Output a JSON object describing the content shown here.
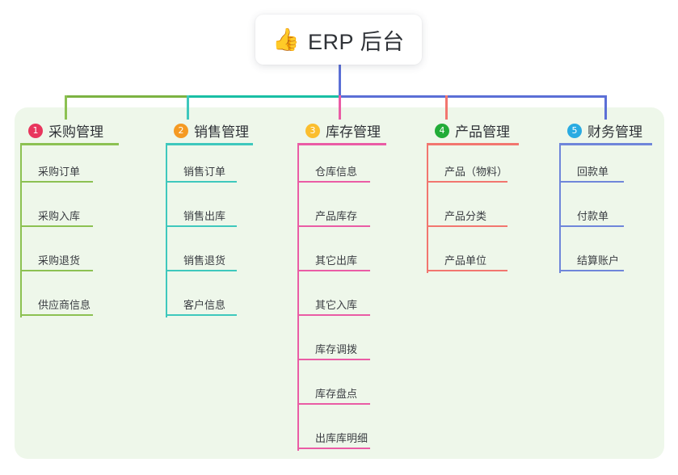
{
  "root": {
    "icon": "thumbs-up-icon",
    "emoji": "👍",
    "title": "ERP 后台"
  },
  "colors": {
    "panel_bg": "#eef7ea",
    "page_bg": "#ffffff",
    "text": "#2f3237",
    "trunk": "#5b6fd6",
    "bar_green": "#7cb342",
    "bar_teal": "#19bfa5",
    "bar_blue": "#5b6fd6"
  },
  "columns": [
    {
      "index": "1",
      "title": "采购管理",
      "badge_color": "#e8365d",
      "line_color": "#8cc152",
      "items": [
        "采购订单",
        "采购入库",
        "采购退货",
        "供应商信息"
      ]
    },
    {
      "index": "2",
      "title": "销售管理",
      "badge_color": "#f59a23",
      "line_color": "#3ec8bd",
      "items": [
        "销售订单",
        "销售出库",
        "销售退货",
        "客户信息"
      ]
    },
    {
      "index": "3",
      "title": "库存管理",
      "badge_color": "#fbbe2e",
      "line_color": "#ea5ca5",
      "items": [
        "仓库信息",
        "产品库存",
        "其它出库",
        "其它入库",
        "库存调拨",
        "库存盘点",
        "出库库明细"
      ]
    },
    {
      "index": "4",
      "title": "产品管理",
      "badge_color": "#22ac38",
      "line_color": "#f2766f",
      "items": [
        "产品（物料）",
        "产品分类",
        "产品单位"
      ]
    },
    {
      "index": "5",
      "title": "财务管理",
      "badge_color": "#29abe2",
      "line_color": "#6f86da",
      "items": [
        "回款单",
        "付款单",
        "结算账户"
      ]
    }
  ]
}
